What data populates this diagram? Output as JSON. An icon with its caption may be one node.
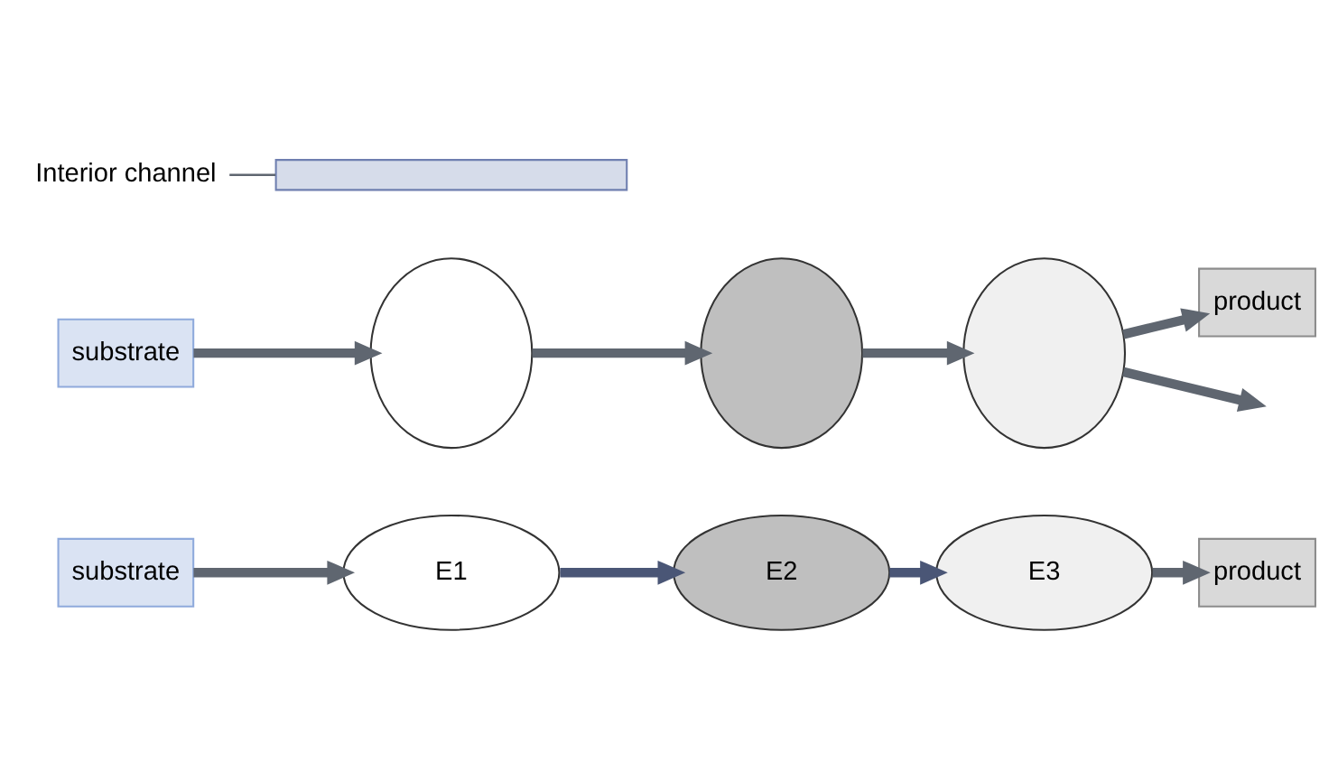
{
  "diagram": {
    "nodes": [
      {
        "text": [
          "substrate"
        ]
      },
      {
        "text": [
          "E1"
        ]
      },
      {
        "text": [
          "E2"
        ]
      },
      {
        "text": [
          "E3"
        ]
      },
      {
        "text": [
          "product"
        ]
      },
      {
        "text": [
          "substrate"
        ]
      },
      {
        "text": [],
        "shape": "circle"
      },
      {
        "text": [],
        "shape": "circle"
      },
      {
        "text": [],
        "shape": "circle"
      },
      {
        "text": [],
        "shape": "bar"
      },
      {
        "text": [
          "Interior channel"
        ]
      },
      {
        "text": [
          "product"
        ]
      }
    ],
    "edges": [
      {
        "from": 0,
        "to": 1,
        "arrow": "to"
      },
      {
        "from": 1,
        "to": 2,
        "arrow": "to",
        "color": "#4a5676"
      },
      {
        "from": 2,
        "to": 3,
        "arrow": "to",
        "color": "#4a5676"
      },
      {
        "from": 3,
        "to": 4,
        "arrow": "to"
      },
      {
        "from": 5,
        "to": 6,
        "arrow": "to"
      },
      {
        "from": 6,
        "to": 7,
        "arrow": "to"
      },
      {
        "from": 7,
        "to": 8,
        "arrow": "to"
      },
      {
        "from": 8,
        "to": null,
        "arrow": "to"
      },
      {
        "from": 8,
        "to": 11,
        "arrow": "to"
      },
      {
        "from": 10,
        "to": 9,
        "arrow": "none"
      }
    ]
  }
}
